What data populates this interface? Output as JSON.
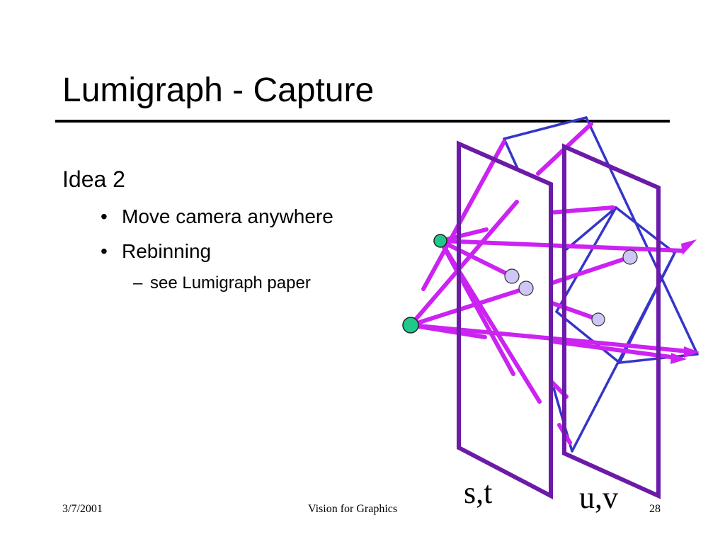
{
  "slide": {
    "title": "Lumigraph - Capture",
    "heading": "Idea 2",
    "bullet_glyph": "•",
    "dash_glyph": "–",
    "bullets": [
      "Move camera anywhere",
      "Rebinning"
    ],
    "sub_bullets": [
      "see Lumigraph paper"
    ]
  },
  "diagram": {
    "plane_st_label": "s,t",
    "plane_uv_label": "u,v"
  },
  "footer": {
    "date": "3/7/2001",
    "course": "Vision for Graphics",
    "page_number": "28"
  },
  "colors": {
    "plane": "#6c1aa8",
    "ray": "#cc22f2",
    "frustum": "#3535c8",
    "camera": "#1ec98a",
    "sample": "#cfc6f7"
  }
}
